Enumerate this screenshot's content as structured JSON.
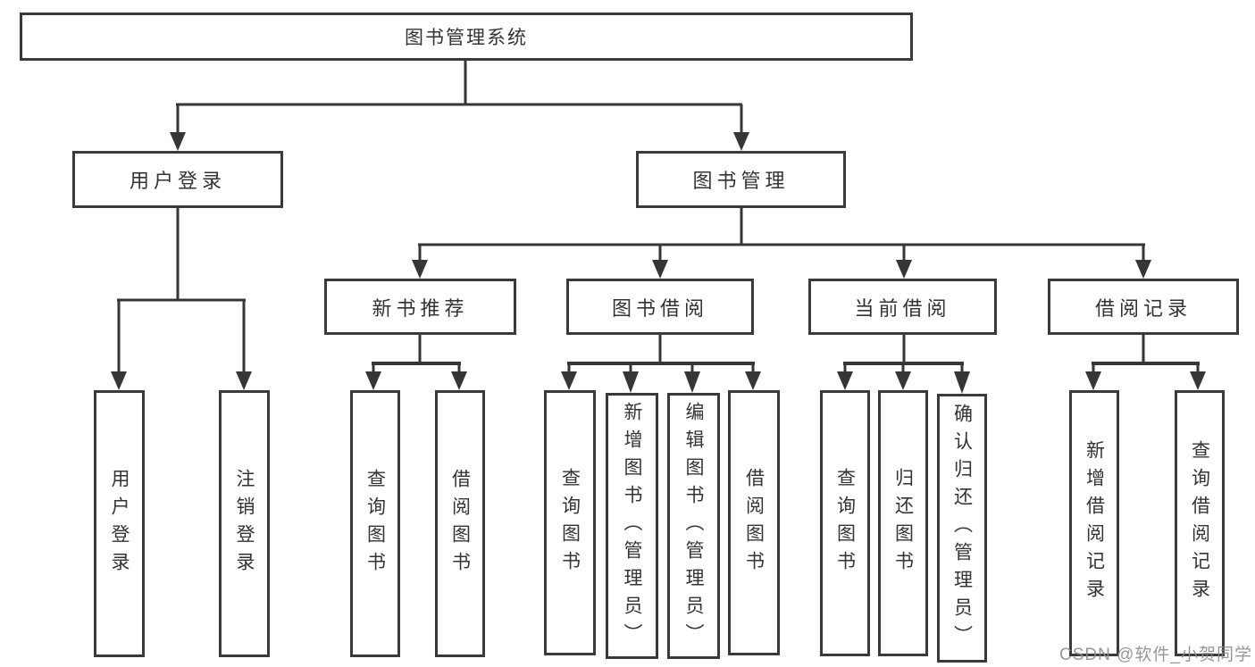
{
  "diagram": {
    "root": "图书管理系统",
    "user_login": "用户登录",
    "book_mgmt": "图书管理",
    "modules": [
      "新书推荐",
      "图书借阅",
      "当前借阅",
      "借阅记录"
    ],
    "user_leaves": [
      "用户登录",
      "注销登录"
    ],
    "new_book_leaves": [
      "查询图书",
      "借阅图书"
    ],
    "borrow_leaves": [
      "查询图书",
      "新增图书（管理员）",
      "编辑图书（管理员）",
      "借阅图书"
    ],
    "current_leaves": [
      "查询图书",
      "归还图书",
      "确认归还（管理员）"
    ],
    "record_leaves": [
      "新增借阅记录",
      "查询借阅记录"
    ]
  },
  "watermark": "CSDN @软件_小贺同学",
  "colors": {
    "line": "#363636",
    "border": "#3a3a3a",
    "text": "#333333"
  }
}
